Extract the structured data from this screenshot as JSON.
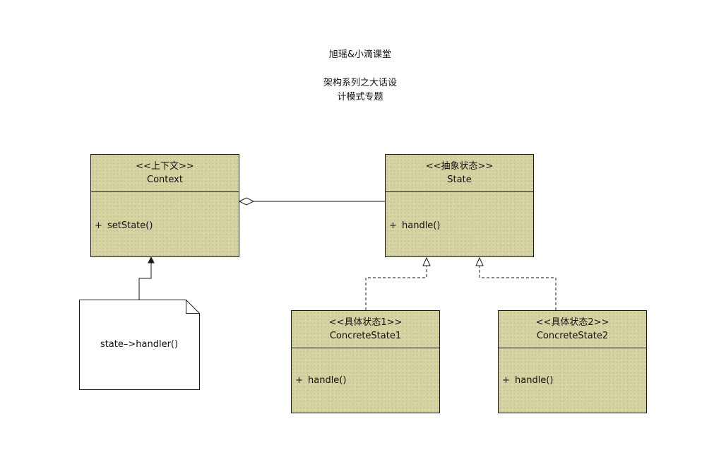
{
  "title": {
    "line1": "旭瑶&小滴课堂",
    "line2": "架构系列之大话设",
    "line3": "计模式专题"
  },
  "classes": {
    "context": {
      "stereotype": "<<上下文>>",
      "name": "Context",
      "visibility": "+",
      "method": "setState()"
    },
    "state": {
      "stereotype": "<<抽象状态>>",
      "name": "State",
      "visibility": "+",
      "method": "handle()"
    },
    "concrete1": {
      "stereotype": "<<具体状态1>>",
      "name": "ConcreteState1",
      "visibility": "+",
      "method": "handle()"
    },
    "concrete2": {
      "stereotype": "<<具体状态2>>",
      "name": "ConcreteState2",
      "visibility": "+",
      "method": "handle()"
    }
  },
  "note": {
    "text": "state–>handler()"
  },
  "relations": [
    {
      "from": "context",
      "to": "state",
      "kind": "aggregation"
    },
    {
      "from": "concrete1",
      "to": "state",
      "kind": "realization"
    },
    {
      "from": "concrete2",
      "to": "state",
      "kind": "realization"
    },
    {
      "from": "note",
      "to": "context",
      "kind": "association"
    }
  ],
  "colors": {
    "class_fill": "#d6d3a3",
    "stroke": "#1a1a1a",
    "note_fill": "#ffffff"
  }
}
